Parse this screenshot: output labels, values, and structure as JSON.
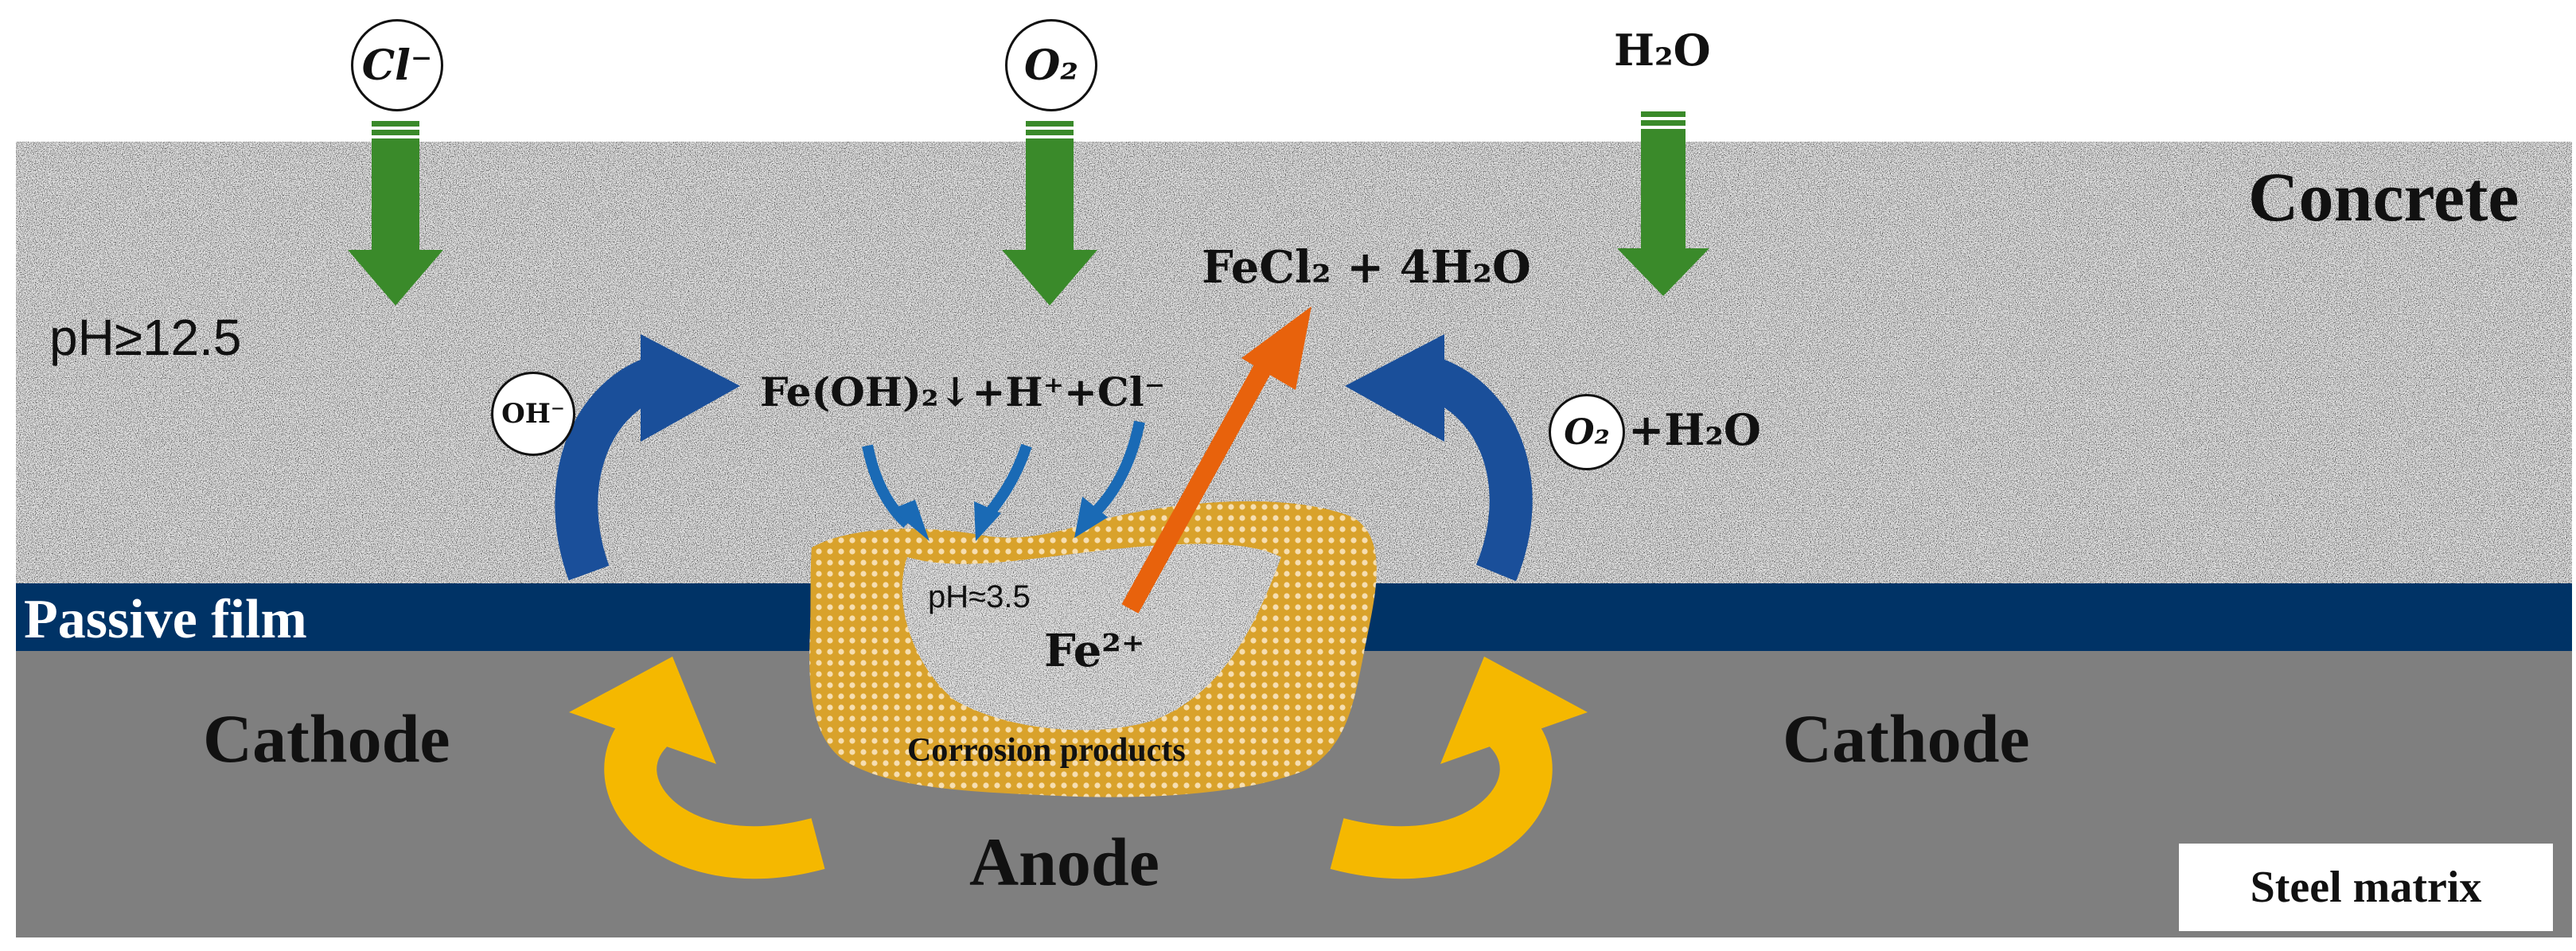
{
  "layers": {
    "concrete": "Concrete",
    "passive_film": "Passive film",
    "cathode_left": "Cathode",
    "cathode_right": "Cathode",
    "anode": "Anode",
    "steel_matrix": "Steel matrix",
    "corrosion_products": "Corrosion products"
  },
  "species": {
    "chloride": "Cl⁻",
    "oxygen": "O₂",
    "water": "H₂O",
    "hydroxide": "OH⁻",
    "oxygen_small": "O₂",
    "plus_water": "+H₂O",
    "ferrous": "Fe²⁺"
  },
  "equations": {
    "hydrolysis": "Fe(OH)₂↓+H⁺+Cl⁻",
    "ferrous_chloride": "FeCl₂ + 4H₂O"
  },
  "ph": {
    "bulk": "pH≥12.5",
    "pit": "pH≈3.5"
  },
  "colors": {
    "concrete_bg": "#dcdcdc",
    "passive_film": "#003366",
    "steel": "#7f7f7f",
    "corrosion": "#d4a02a",
    "green_arrow": "#3a8a2a",
    "blue_arrow": "#1a4f9a",
    "orange_arrow": "#e8620c",
    "yellow_arrow": "#f5b800"
  }
}
